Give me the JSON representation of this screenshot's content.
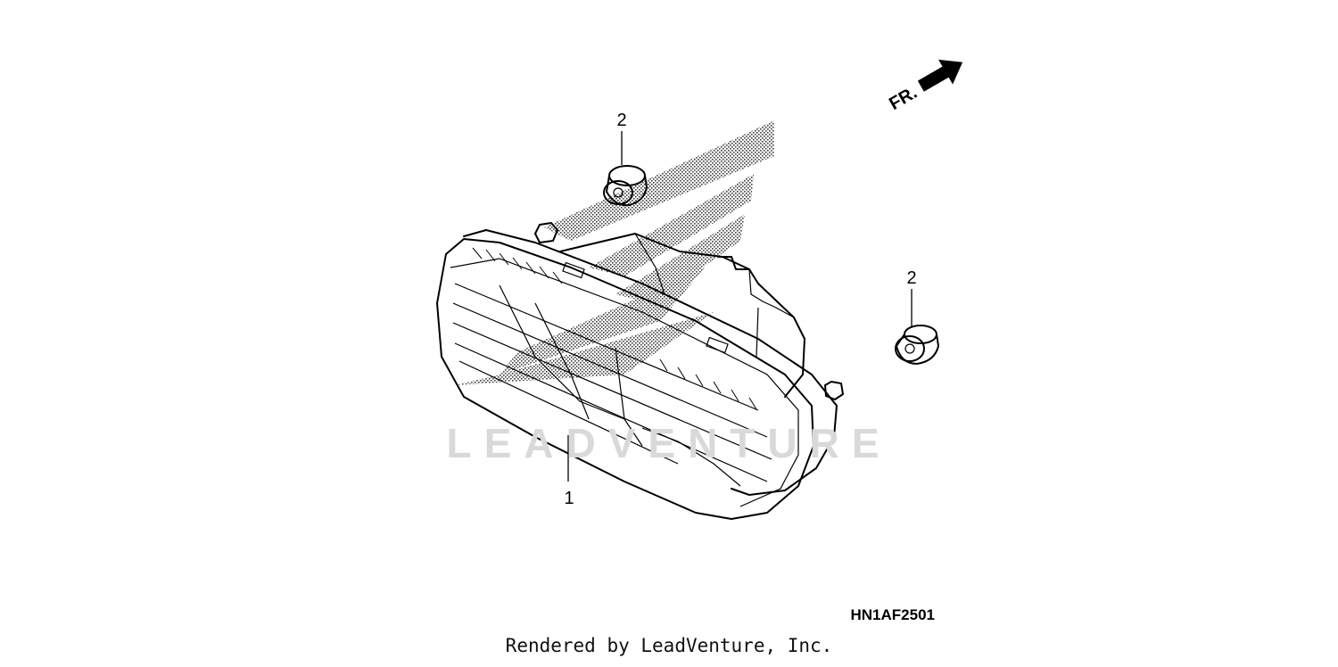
{
  "diagram": {
    "callouts": [
      {
        "id": "1",
        "label": "1"
      },
      {
        "id": "2a",
        "label": "2"
      },
      {
        "id": "2b",
        "label": "2"
      }
    ],
    "direction_label": "FR.",
    "drawing_code": "HN1AF2501",
    "watermark": "LEADVENTURE",
    "footer": "Rendered by LeadVenture, Inc."
  }
}
